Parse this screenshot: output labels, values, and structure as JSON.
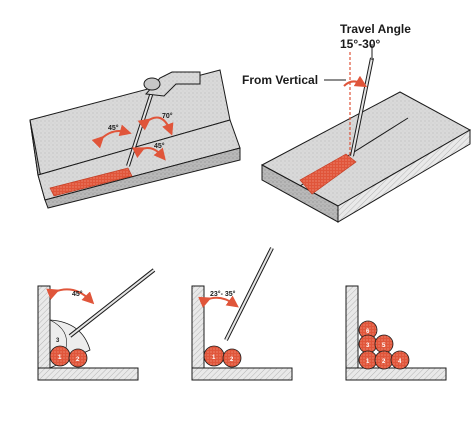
{
  "colors": {
    "ink": "#1b1b1b",
    "steel": "#d6d6d6",
    "steel_dark": "#9a9a9a",
    "weld": "#e0553a",
    "arrow": "#e0553a",
    "guide_dashed": "#e0553a"
  },
  "panel_groove": {
    "angle_a": "45°",
    "angle_b": "70°",
    "angle_c": "45°"
  },
  "panel_travel": {
    "title": "Travel Angle",
    "range": "15°-30°",
    "from_vertical": "From Vertical"
  },
  "panel_fillet_single": {
    "angle": "45°",
    "passes": [
      "1",
      "2",
      "3"
    ]
  },
  "panel_fillet_inclined": {
    "angle": "23°- 35°",
    "passes": [
      "1",
      "2"
    ]
  },
  "panel_fillet_multi": {
    "passes": [
      "1",
      "2",
      "3",
      "4",
      "5",
      "6"
    ]
  },
  "icons": [
    "electrode-holder-icon",
    "curved-arrow-icon"
  ]
}
